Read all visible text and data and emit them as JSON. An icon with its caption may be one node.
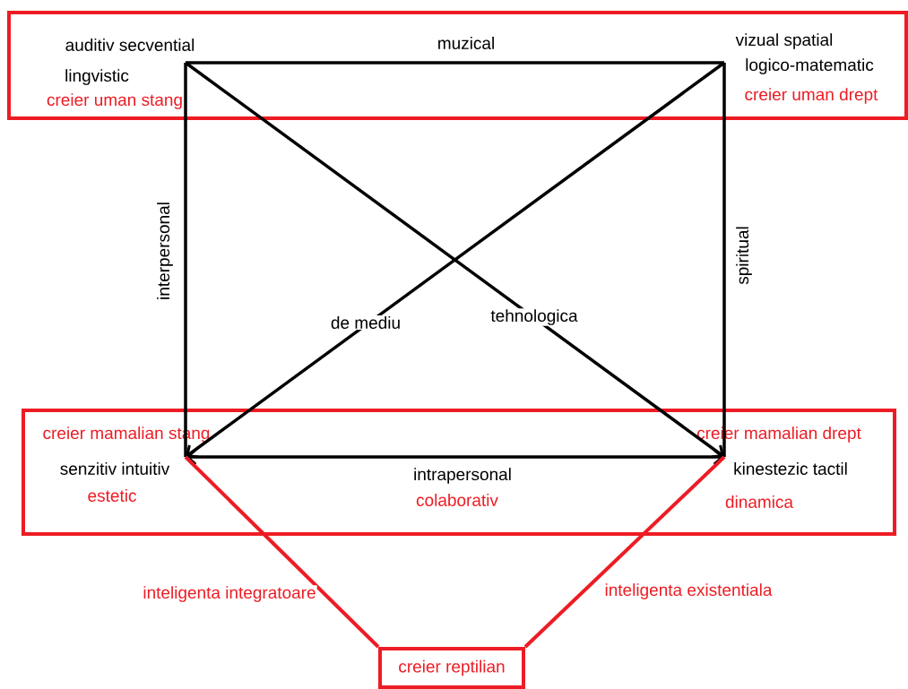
{
  "diagram": {
    "nodes": [
      {
        "text": [],
        "shape": "box"
      },
      {
        "text": [
          "auditiv secvential",
          "lingvistic",
          "creier uman stang"
        ],
        "in": 0
      },
      {
        "text": [
          "vizual spatial",
          "logico-matematic",
          "creier uman drept"
        ],
        "in": 0
      },
      {
        "text": [],
        "shape": "box"
      },
      {
        "text": [
          "creier mamalian stang",
          "senzitiv intuitiv",
          "estetic"
        ],
        "in": 3
      },
      {
        "text": [
          "creier mamalian drept",
          "kinestezic tactil",
          "dinamica"
        ],
        "in": 3
      },
      {
        "text": [
          "creier reptilian"
        ]
      }
    ],
    "edges": [
      {
        "from": 1,
        "to": 2,
        "arrow": "none",
        "label": "muzical"
      },
      {
        "from": 1,
        "to": 4,
        "arrow": "none",
        "label": "interpersonal"
      },
      {
        "from": 2,
        "to": 5,
        "arrow": "none",
        "label": "spiritual"
      },
      {
        "from": 1,
        "to": 5,
        "arrow": "to",
        "label": "tehnologica"
      },
      {
        "from": 2,
        "to": 4,
        "arrow": "to",
        "label": "de mediu"
      },
      {
        "from": 4,
        "to": 5,
        "arrow": "both",
        "label": "intrapersonal"
      },
      {
        "from": 4,
        "to": 6,
        "arrow": "none",
        "label": "inteligenta integratoare",
        "color": "#ed1c24"
      },
      {
        "from": 5,
        "to": 6,
        "arrow": "none",
        "label": "inteligenta existentiala",
        "color": "#ed1c24"
      }
    ],
    "labels": [
      "colaborativ"
    ]
  }
}
